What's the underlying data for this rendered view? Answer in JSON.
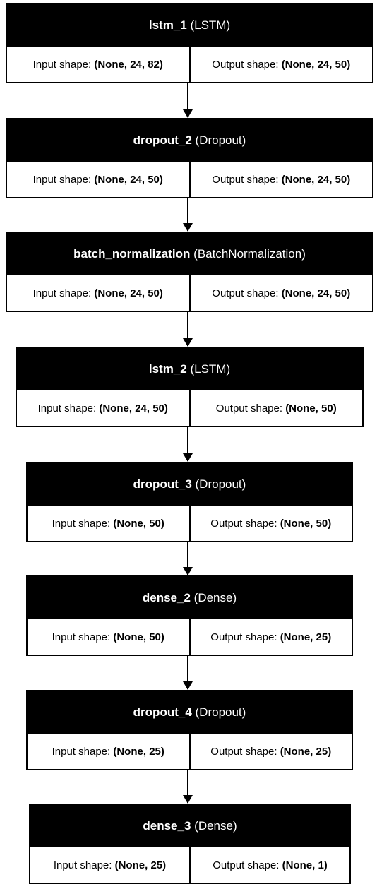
{
  "input_prefix": "Input shape: ",
  "output_prefix": "Output shape: ",
  "layers": [
    {
      "name": "lstm_1",
      "type": "(LSTM)",
      "input_shape": "(None, 24, 82)",
      "output_shape": "(None, 24, 50)"
    },
    {
      "name": "dropout_2",
      "type": "(Dropout)",
      "input_shape": "(None, 24, 50)",
      "output_shape": "(None, 24, 50)"
    },
    {
      "name": "batch_normalization",
      "type": "(BatchNormalization)",
      "input_shape": "(None, 24, 50)",
      "output_shape": "(None, 24, 50)"
    },
    {
      "name": "lstm_2",
      "type": "(LSTM)",
      "input_shape": "(None, 24, 50)",
      "output_shape": "(None, 50)"
    },
    {
      "name": "dropout_3",
      "type": "(Dropout)",
      "input_shape": "(None, 50)",
      "output_shape": "(None, 50)"
    },
    {
      "name": "dense_2",
      "type": "(Dense)",
      "input_shape": "(None, 50)",
      "output_shape": "(None, 25)"
    },
    {
      "name": "dropout_4",
      "type": "(Dropout)",
      "input_shape": "(None, 25)",
      "output_shape": "(None, 25)"
    },
    {
      "name": "dense_3",
      "type": "(Dense)",
      "input_shape": "(None, 25)",
      "output_shape": "(None, 1)"
    }
  ]
}
